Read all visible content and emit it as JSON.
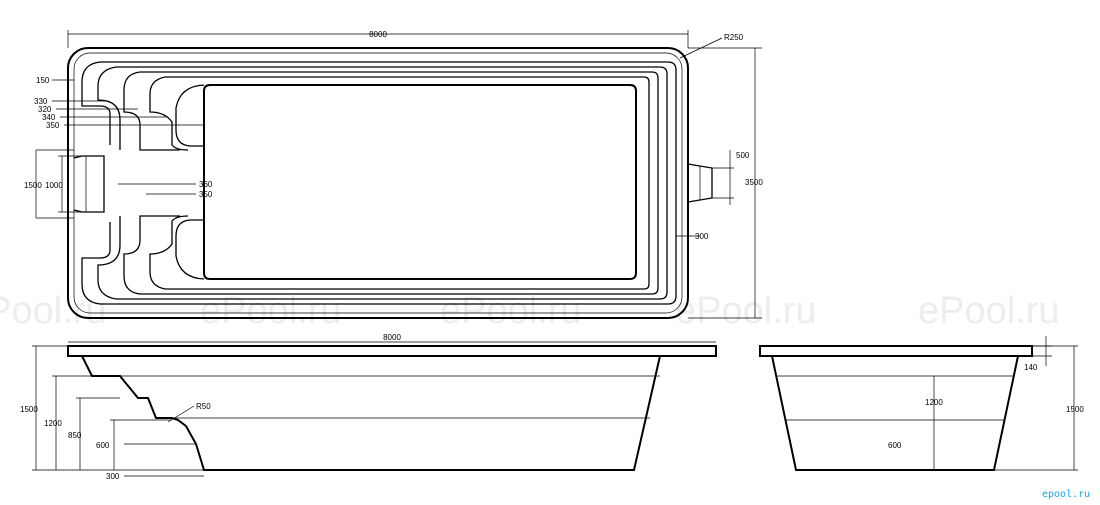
{
  "watermarks": [
    "ePool.ru",
    "ePool.ru",
    "ePool.ru",
    "ePool.ru",
    "ePool.ru"
  ],
  "brand": "epool.ru",
  "plan_view": {
    "length": "8000",
    "corner_radius": "R250",
    "width": "3500",
    "skimmer_width": "500",
    "skimmer_offset": "300",
    "left_recess_outer": "1500",
    "left_recess_inner": "1000",
    "rim": "150",
    "step_widths": [
      "330",
      "320",
      "340",
      "350"
    ],
    "bench_widths": [
      "360",
      "350"
    ]
  },
  "side_view": {
    "length": "8000",
    "total_depth": "1500",
    "depth_1200": "1200",
    "depth_850": "850",
    "depth_600": "600",
    "step_300": "300",
    "fillet": "R50"
  },
  "end_view": {
    "rim_height": "140",
    "depth_1200": "1200",
    "depth_600": "600",
    "total_depth": "1500"
  },
  "colors": {
    "line": "#000000",
    "watermark": "#ededed",
    "brand": "#1aa3e8"
  }
}
